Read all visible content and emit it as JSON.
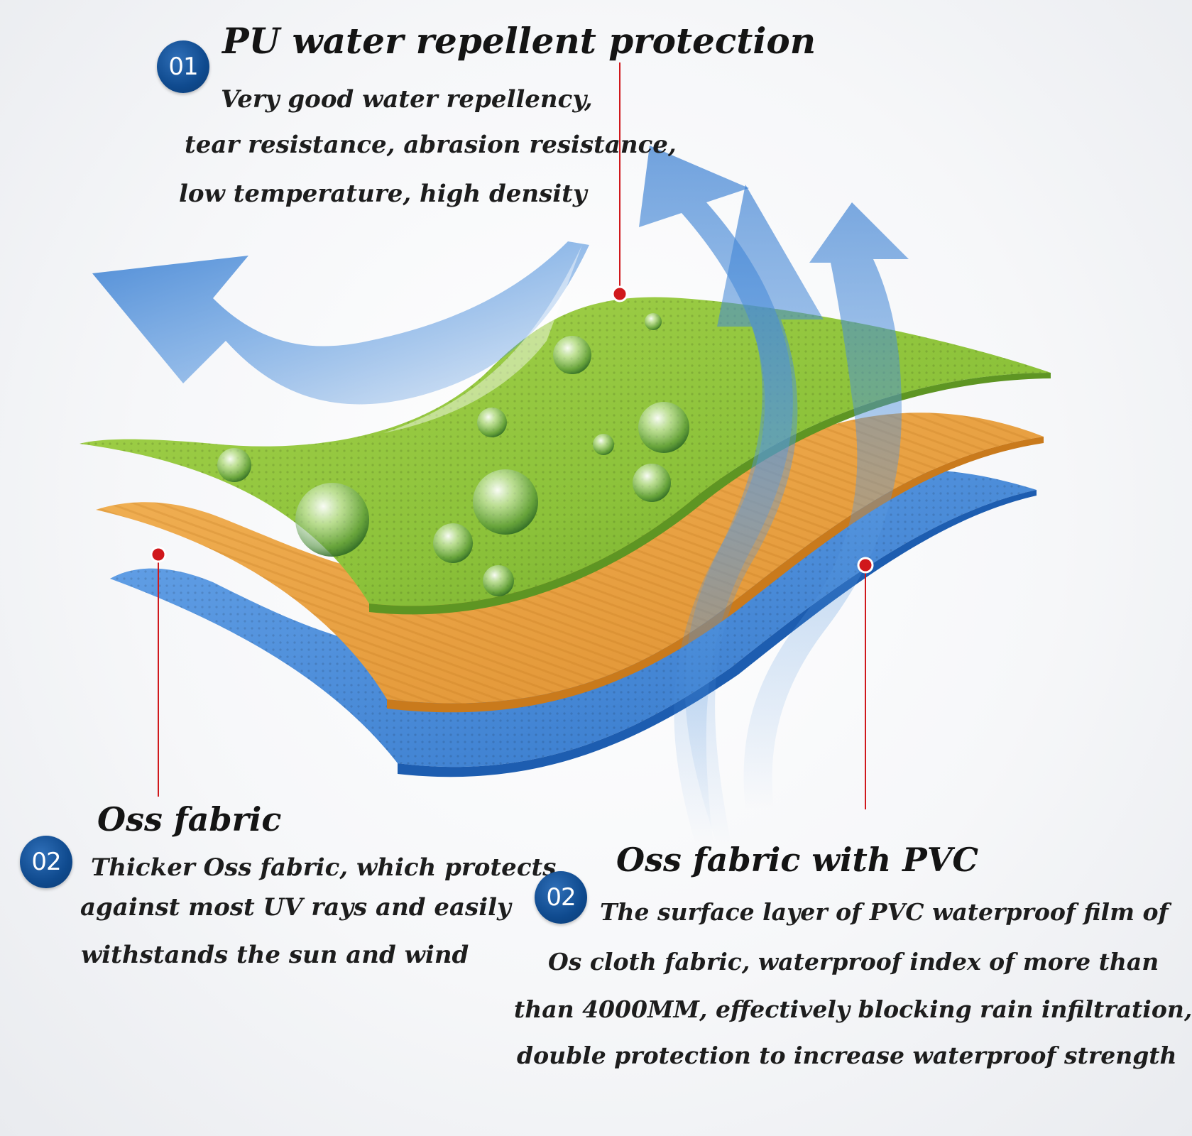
{
  "colors": {
    "green_layer": "#8ec63f",
    "orange_layer": "#f0a94a",
    "blue_layer": "#4a8ee0",
    "arrow_blue": "#3f86d8",
    "leader_red": "#d0181c",
    "badge_blue": "#0f4a8e"
  },
  "sections": [
    {
      "badge": "01",
      "title": "PU water repellent protection",
      "lines": [
        "Very good water repellency,",
        "tear resistance, abrasion resistance,",
        "low temperature, high density"
      ]
    },
    {
      "badge": "02",
      "title": "Oss fabric",
      "lines": [
        "Thicker Oss fabric, which protects",
        "against most UV rays and easily",
        "withstands the sun and wind"
      ]
    },
    {
      "badge": "02",
      "title": "Oss fabric with PVC",
      "lines": [
        "The surface layer of PVC waterproof film of",
        "Os cloth fabric,   waterproof index of more than",
        "than 4000MM, effectively blocking rain infiltration,",
        "double protection to increase waterproof strength"
      ]
    }
  ]
}
